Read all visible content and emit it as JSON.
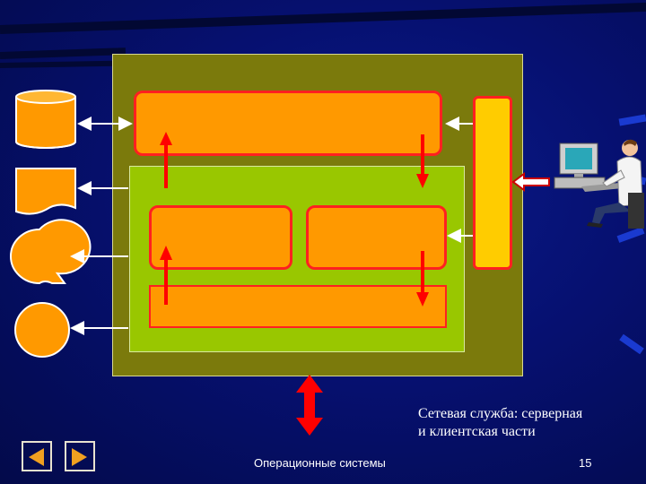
{
  "caption": {
    "line1": "Сетевая служба: серверная",
    "line2": "и клиентская части"
  },
  "footer": {
    "title": "Операционные системы",
    "page_number": "15"
  },
  "colors": {
    "outer_frame": "#7b7a0c",
    "inner_frame": "#99c700",
    "block": "#ff9900",
    "block_border": "#ff2020",
    "vertical_bar": "#ffcc00",
    "arrow_red": "#ff0000",
    "arrow_white": "#ffffff",
    "background": "#061070"
  },
  "icons": {
    "device1": "cylinder-storage-icon",
    "device2": "document-icon",
    "device3": "speech-bubble-icon",
    "device4": "circle-icon",
    "user": "user-at-computer-icon",
    "nav_prev": "triangle-left-icon",
    "nav_next": "triangle-right-icon"
  }
}
